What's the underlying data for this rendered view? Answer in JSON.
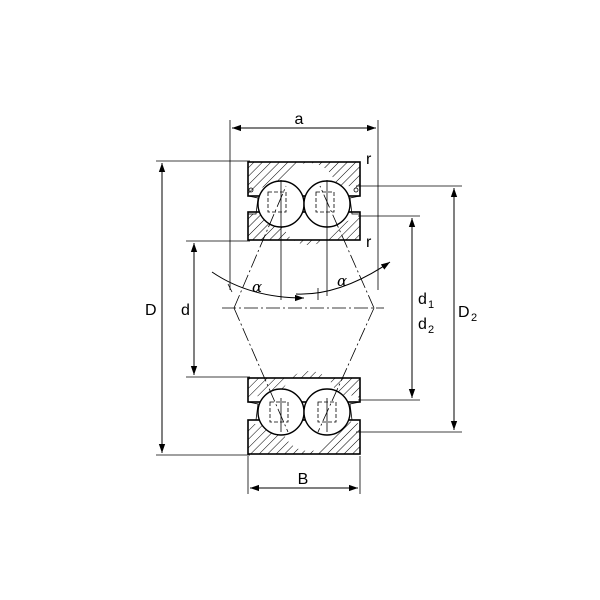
{
  "labels": {
    "a": "a",
    "B": "B",
    "D": "D",
    "d": "d",
    "d1_base": "d",
    "d1_sub": "1",
    "d2_base": "d",
    "d2_sub": "2",
    "D2_base": "D",
    "D2_sub": "2",
    "r_top": "r",
    "r_mid": "r",
    "alpha_left": "α",
    "alpha_right": "α"
  }
}
